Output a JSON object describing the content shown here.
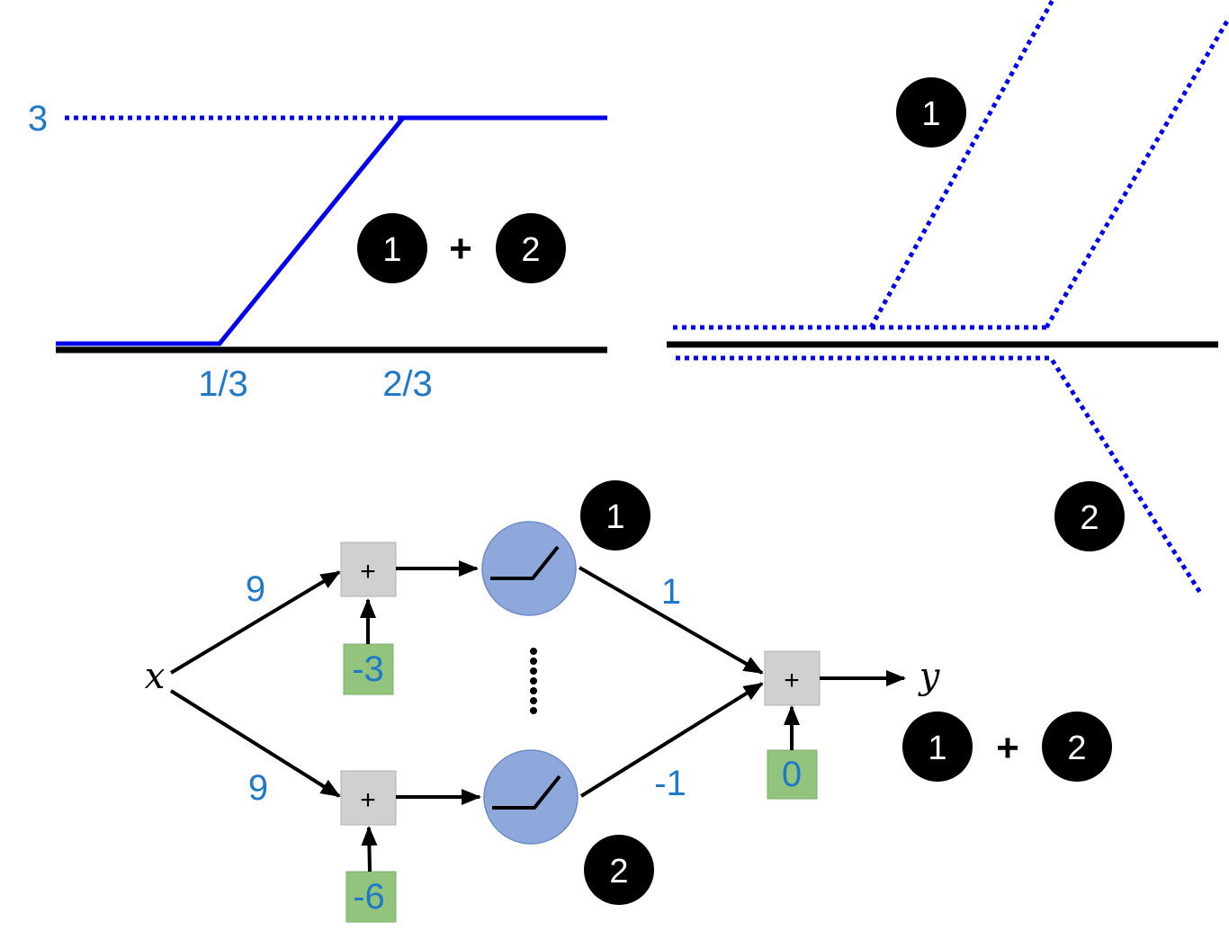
{
  "colors": {
    "function_line": "#0000ee",
    "dotted_line": "#0000ee",
    "label_blue": "#1f78c8",
    "badge_fill": "#000000",
    "neuron_fill": "#8fa8dc",
    "sum_box_fill": "#d0d0d0",
    "bias_box_fill": "#93c47d"
  },
  "top_left_plot": {
    "y_tick": "3",
    "x_ticks": [
      "1/3",
      "2/3"
    ],
    "badges": [
      "1",
      "2"
    ],
    "operator": "+"
  },
  "top_right_plot": {
    "badge_upper": "1",
    "badge_lower": "2"
  },
  "network": {
    "input": "x",
    "output": "y",
    "sum_symbol": "+",
    "weights_in": [
      "9",
      "9"
    ],
    "biases": [
      "-3",
      "-6"
    ],
    "weights_out": [
      "1",
      "-1"
    ],
    "output_bias": "0",
    "neuron_badges": [
      "1",
      "2"
    ],
    "result_badges": [
      "1",
      "2"
    ],
    "result_operator": "+"
  }
}
